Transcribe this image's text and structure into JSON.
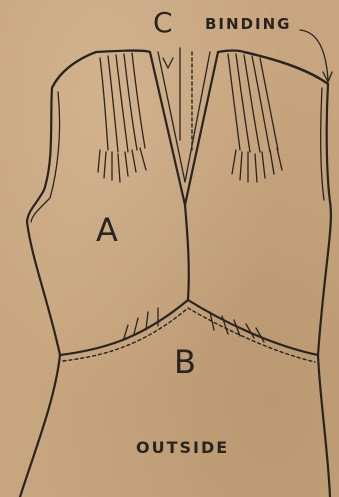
{
  "labels": {
    "piece_a": "A",
    "piece_b": "B",
    "piece_c": "C",
    "binding": "BINDING",
    "outside": "OUTSIDE"
  },
  "colors": {
    "paper": "#c7a57e",
    "ink": "#2a2420"
  }
}
